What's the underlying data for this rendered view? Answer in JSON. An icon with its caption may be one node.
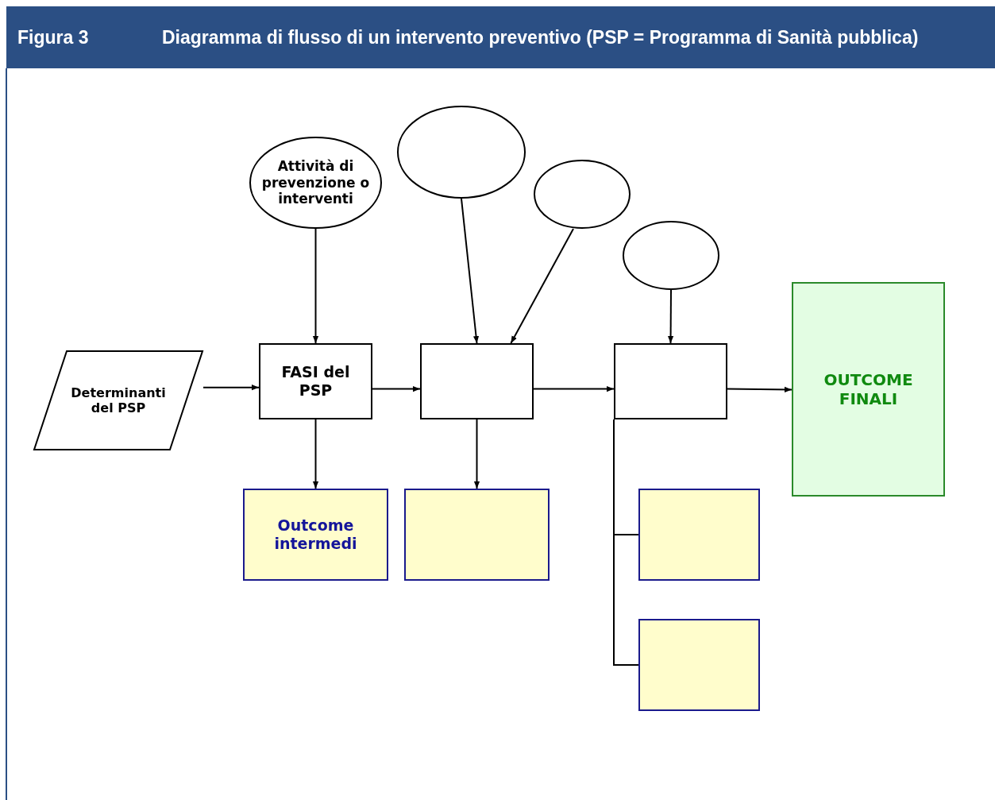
{
  "diagram": {
    "title": "Diagramma di flusso di un intervento preventivo (PSP = Programma di Sanità pubblica)",
    "labels": [
      "Figura 3"
    ],
    "nodes": [
      {
        "text": [],
        "shape": "circle"
      },
      {
        "text": [],
        "shape": "circle"
      },
      {
        "text": [],
        "shape": "circle"
      },
      {
        "text": [
          "Attività di prevenzione o interventi"
        ]
      },
      {
        "text": [
          "Determinanti del PSP"
        ]
      },
      {
        "text": [
          "FASI del PSP"
        ]
      },
      {
        "text": [],
        "shape": "box"
      },
      {
        "text": [],
        "shape": "box"
      },
      {
        "text": [
          "OUTCOME FINALI"
        ]
      },
      {
        "text": [
          "Outcome intermedi"
        ]
      },
      {
        "text": [],
        "shape": "box"
      },
      {
        "text": [],
        "shape": "box"
      },
      {
        "text": [],
        "shape": "box"
      }
    ],
    "edges": [
      {
        "from": 3,
        "to": 5,
        "arrow": "to"
      },
      {
        "from": 4,
        "to": 5,
        "arrow": "to"
      },
      {
        "from": 5,
        "to": 6,
        "arrow": "to"
      },
      {
        "from": 0,
        "to": 6,
        "arrow": "to"
      },
      {
        "from": 1,
        "to": 6,
        "arrow": "to"
      },
      {
        "from": 6,
        "to": 7,
        "arrow": "to"
      },
      {
        "from": 2,
        "to": 7,
        "arrow": "to"
      },
      {
        "from": 7,
        "to": 8,
        "arrow": "to"
      },
      {
        "from": 5,
        "to": 9,
        "arrow": "to"
      },
      {
        "from": 6,
        "to": 10,
        "arrow": "to"
      },
      {
        "from": 7,
        "to": 11,
        "arrow": "none"
      },
      {
        "from": 7,
        "to": 12,
        "arrow": "none"
      }
    ]
  }
}
